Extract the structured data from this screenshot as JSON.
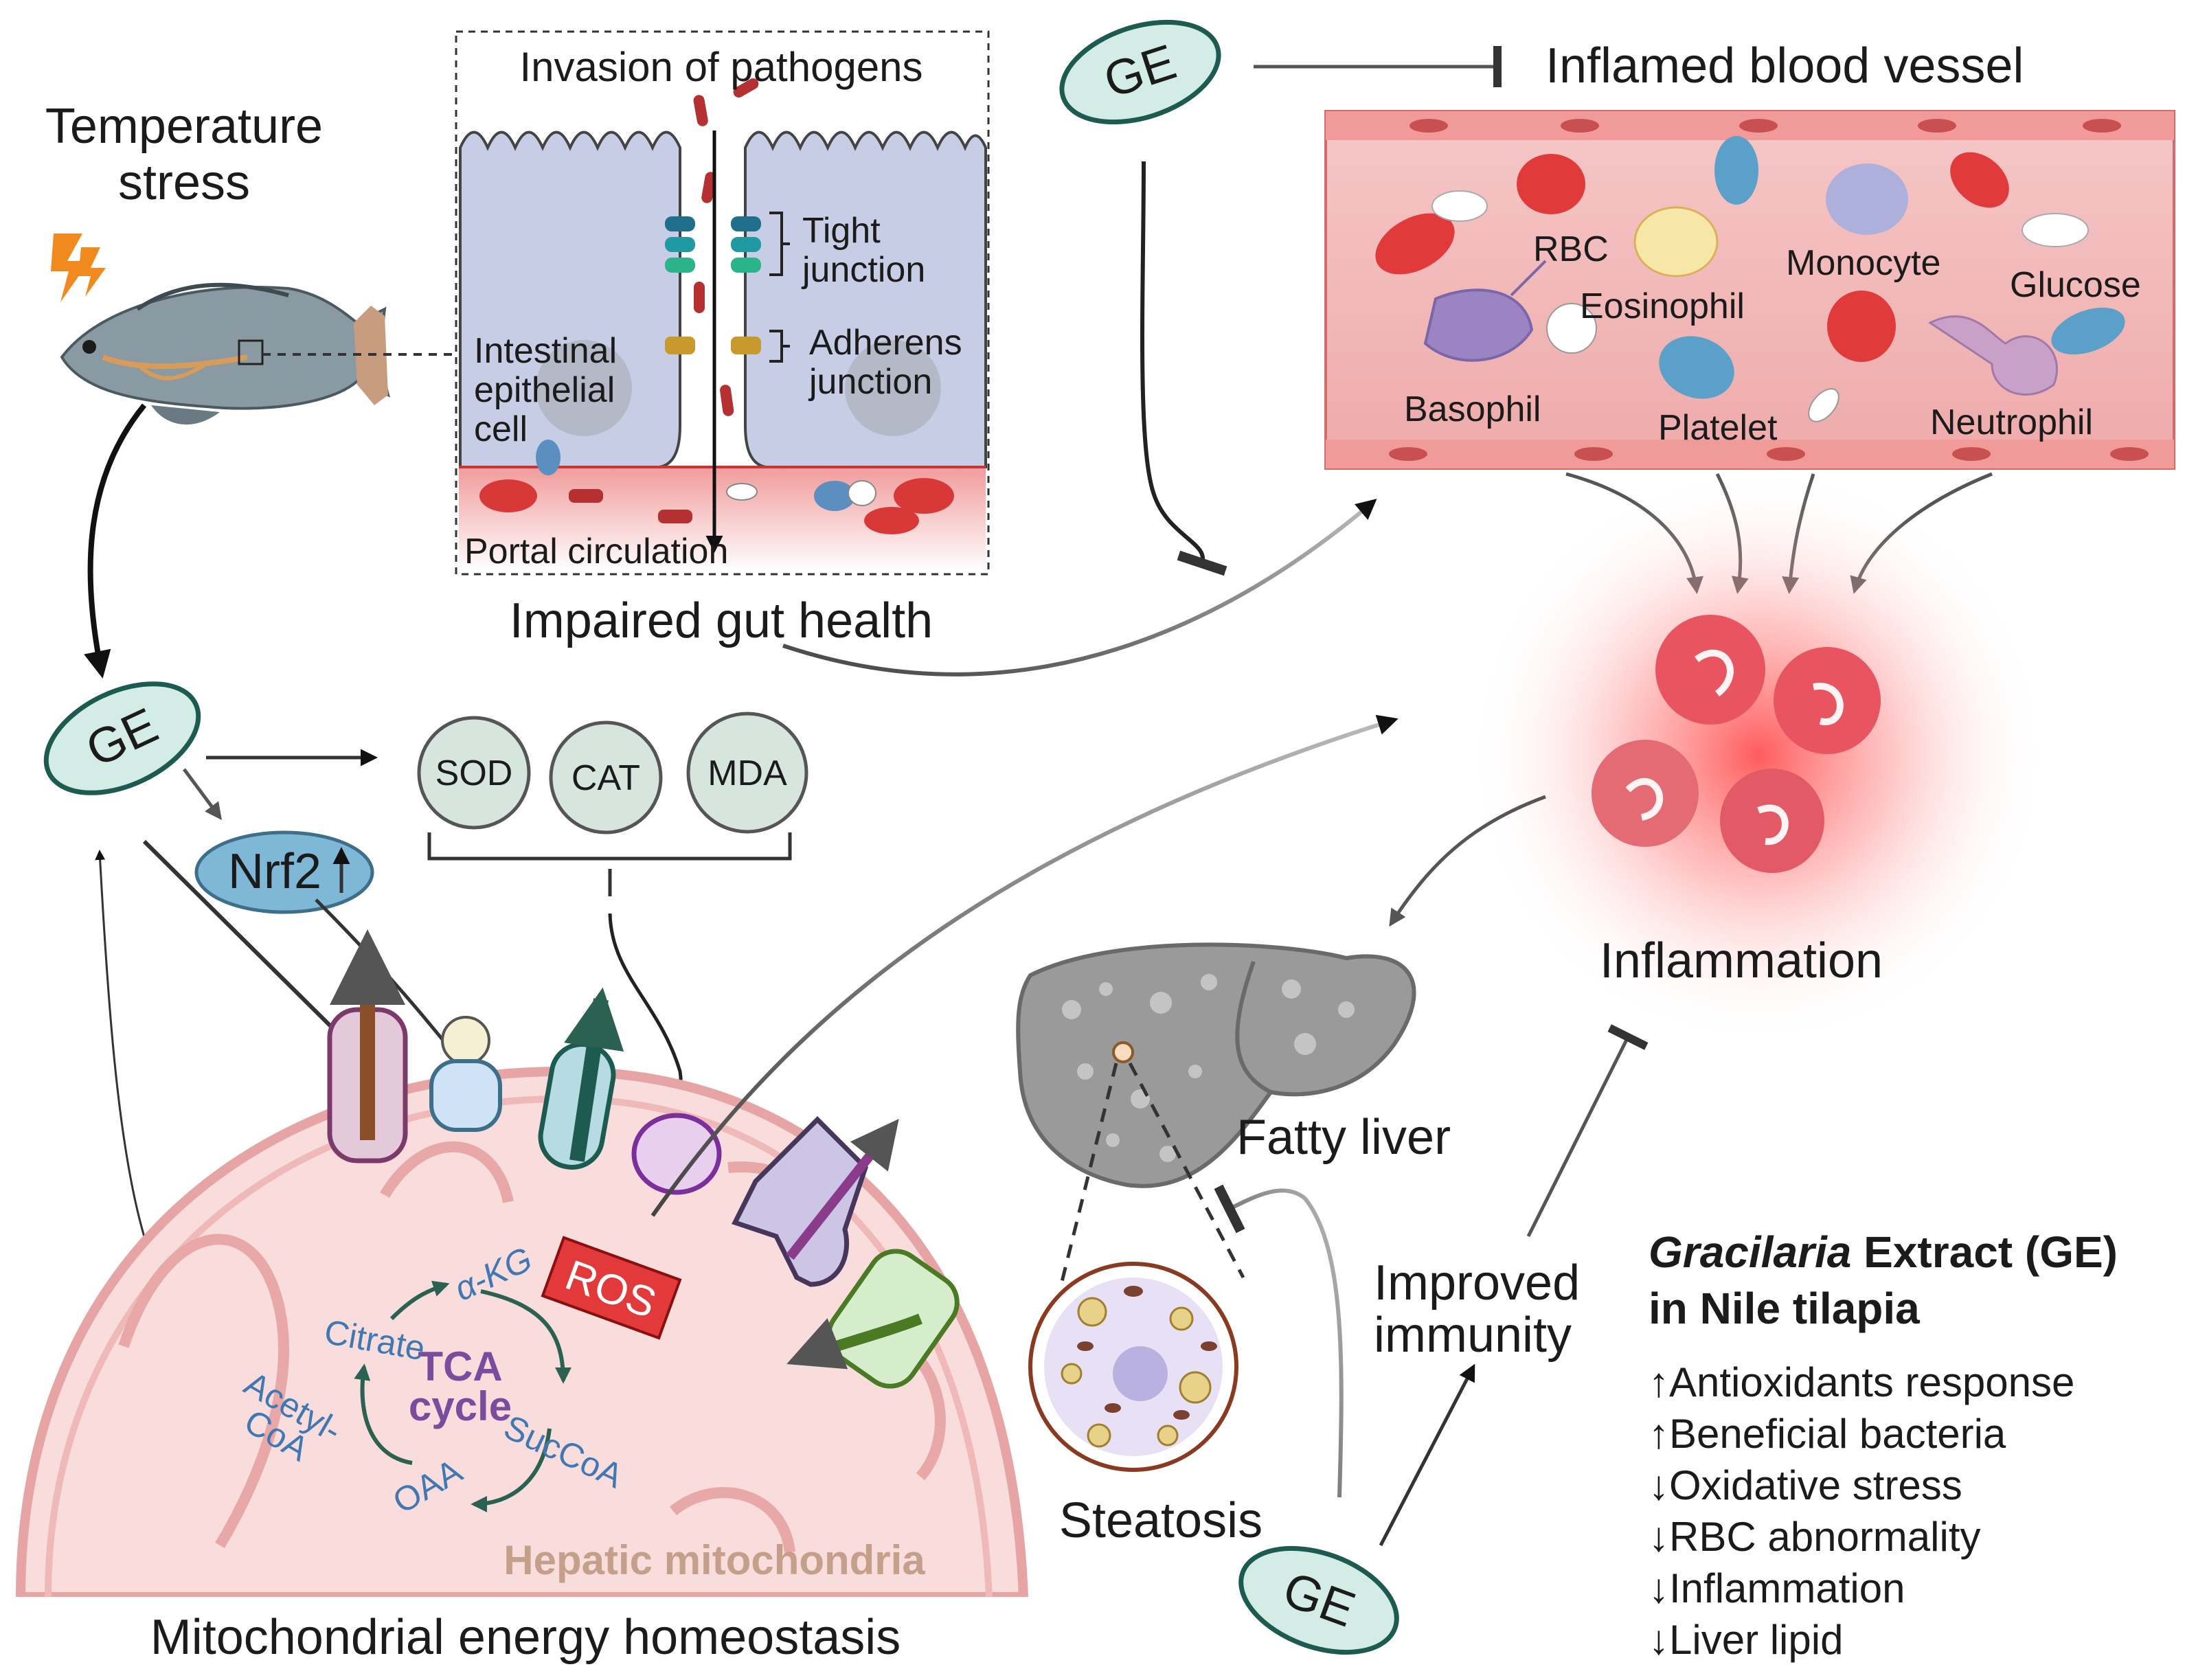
{
  "left_top": {
    "temperature_stress": [
      "Temperature",
      "stress"
    ]
  },
  "gut": {
    "invasion": "Invasion of pathogens",
    "tight_junction": [
      "Tight",
      "junction"
    ],
    "adherens_junction": [
      "Adherens",
      "junction"
    ],
    "epithelial_cell": [
      "Intestinal",
      "epithelial",
      "cell"
    ],
    "portal": "Portal circulation",
    "caption": "Impaired gut health"
  },
  "vessel": {
    "ge_label": "GE",
    "title": "Inflamed blood vessel",
    "cells": {
      "rbc": "RBC",
      "eosinophil": "Eosinophil",
      "monocyte": "Monocyte",
      "glucose": "Glucose",
      "basophil": "Basophil",
      "platelet": "Platelet",
      "neutrophil": "Neutrophil"
    }
  },
  "inflammation": {
    "label": "Inflammation"
  },
  "oxidative": {
    "ge_label": "GE",
    "nrf2": "Nrf2",
    "sod": "SOD",
    "cat": "CAT",
    "mda": "MDA",
    "ros": "ROS"
  },
  "mito": {
    "tca_cycle": [
      "TCA",
      "cycle"
    ],
    "citrate": "Citrate",
    "akg": "α-KG",
    "acetyl_coa": [
      "Acetyl-",
      "CoA"
    ],
    "succoa": "SucCoA",
    "oaa": "OAA",
    "label": "Hepatic mitochondria",
    "caption": "Mitochondrial energy homeostasis"
  },
  "liver": {
    "fatty_liver": "Fatty liver",
    "steatosis": "Steatosis",
    "improved_immunity": [
      "Improved",
      "immunity"
    ],
    "ge_label": "GE"
  },
  "summary": {
    "title_italic": "Gracilaria",
    "title_rest": " Extract (GE)",
    "title_line2": "in Nile tilapia",
    "items": [
      "↑Antioxidants response",
      "↑Beneficial bacteria",
      "↓Oxidative stress",
      "↓RBC abnormality",
      "↓Inflammation",
      "↓Liver lipid"
    ]
  },
  "colors": {
    "ge_fill": "#d4ece6",
    "ge_stroke": "#1d5a4f",
    "nrf2_fill": "#7fb7d6",
    "ros_fill": "#e23a3a",
    "vessel_fill": "#f2bcbc",
    "inflammation_glow": "#ff5a5a",
    "summary_bold": "#1b1b1b"
  }
}
